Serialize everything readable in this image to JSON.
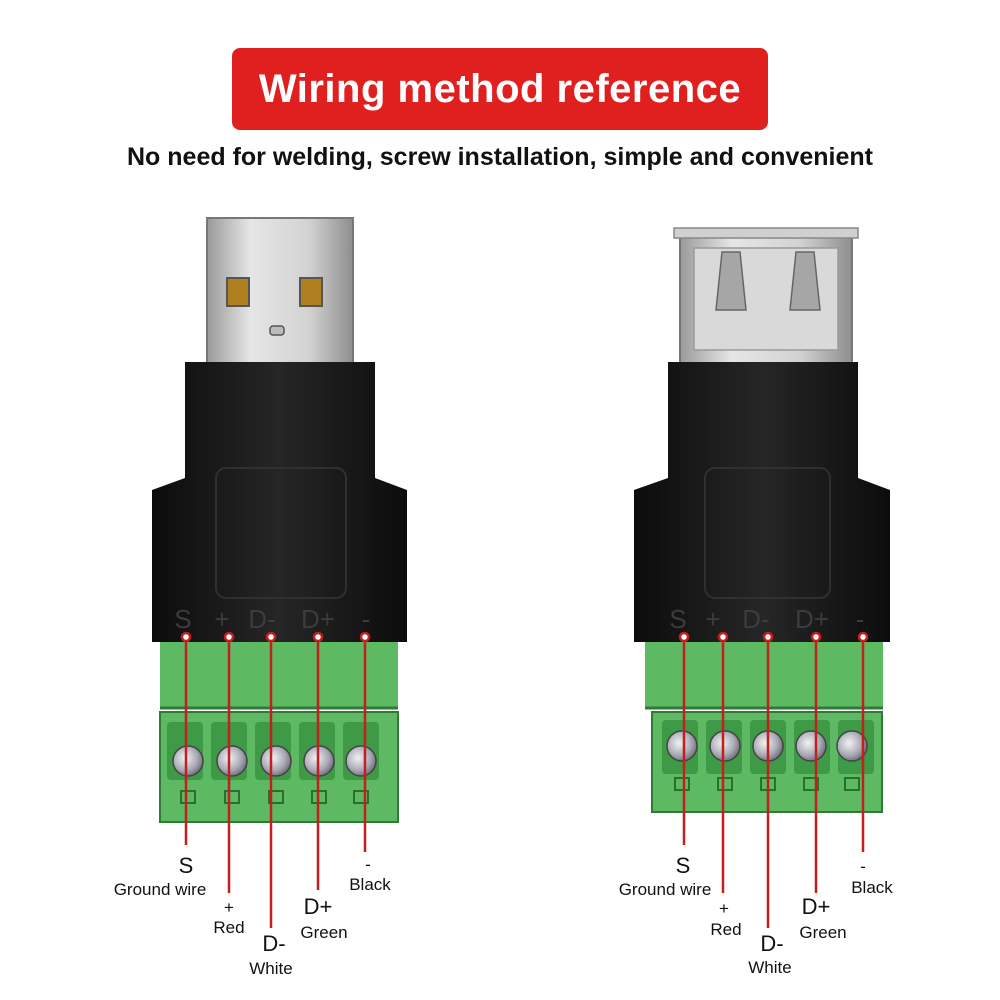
{
  "header": {
    "title": "Wiring method reference",
    "subtitle": "No need for welding, screw installation, simple and convenient"
  },
  "connectors": [
    {
      "type": "USB-A male",
      "pin_markings": [
        "S",
        "+",
        "D-",
        "D+",
        "-"
      ],
      "pins": [
        {
          "symbol": "S",
          "label": "Ground wire"
        },
        {
          "symbol": "+",
          "label": "Red"
        },
        {
          "symbol": "D-",
          "label": "White"
        },
        {
          "symbol": "D+",
          "label": "Green"
        },
        {
          "symbol": "-",
          "label": "Black"
        }
      ]
    },
    {
      "type": "USB-A female",
      "pin_markings": [
        "S",
        "+",
        "D-",
        "D+",
        "-"
      ],
      "pins": [
        {
          "symbol": "S",
          "label": "Ground wire"
        },
        {
          "symbol": "+",
          "label": "Red"
        },
        {
          "symbol": "D-",
          "label": "White"
        },
        {
          "symbol": "D+",
          "label": "Green"
        },
        {
          "symbol": "-",
          "label": "Black"
        }
      ]
    }
  ],
  "colors": {
    "banner": "#e01f1f",
    "terminal_green": "#5dba63",
    "housing_black": "#161616",
    "wire_line": "#c41e1e"
  }
}
